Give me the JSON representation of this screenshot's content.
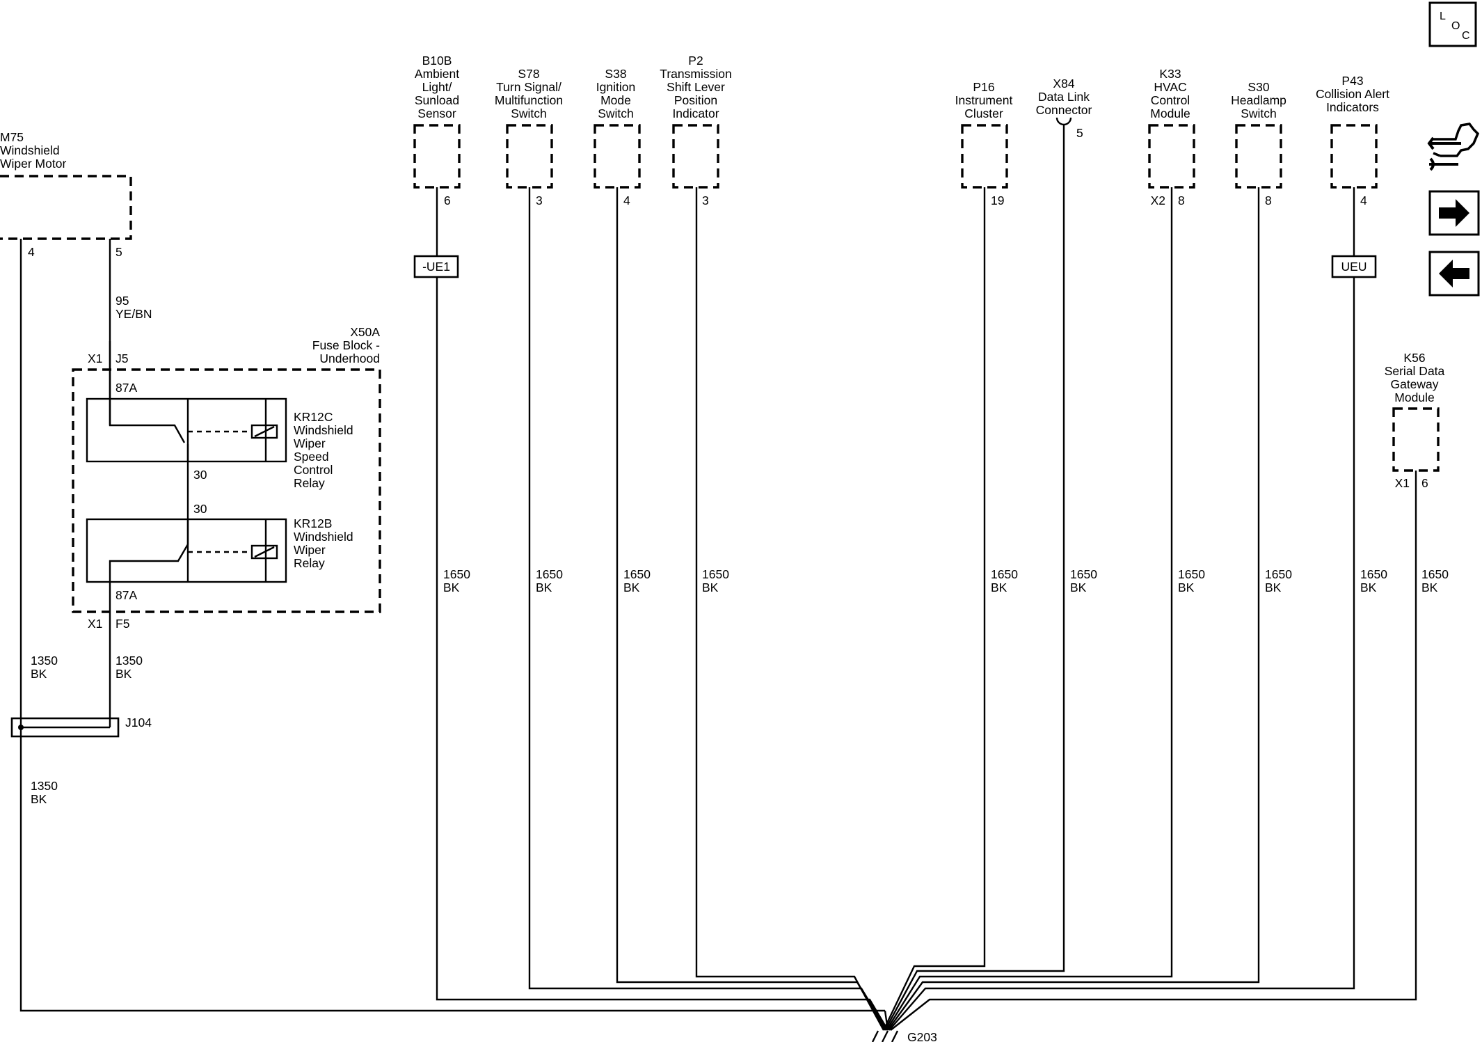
{
  "components": {
    "m75": {
      "id": "M75",
      "name": [
        "Windshield",
        "Wiper Motor"
      ],
      "pins": [
        "4",
        "5"
      ]
    },
    "b10b": {
      "id": "B10B",
      "name": [
        "Ambient",
        "Light/",
        "Sunload",
        "Sensor"
      ],
      "pin": "6"
    },
    "s78": {
      "id": "S78",
      "name": [
        "Turn Signal/",
        "Multifunction",
        "Switch"
      ],
      "pin": "3"
    },
    "s38": {
      "id": "S38",
      "name": [
        "Ignition",
        "Mode",
        "Switch"
      ],
      "pin": "4"
    },
    "p2": {
      "id": "P2",
      "name": [
        "Transmission",
        "Shift Lever",
        "Position",
        "Indicator"
      ],
      "pin": "3"
    },
    "p16": {
      "id": "P16",
      "name": [
        "Instrument",
        "Cluster"
      ],
      "pin": "19"
    },
    "x84": {
      "id": "X84",
      "name": [
        "Data Link",
        "Connector"
      ],
      "pin": "5"
    },
    "k33": {
      "id": "K33",
      "name": [
        "HVAC",
        "Control",
        "Module"
      ],
      "connector": "X2",
      "pin": "8"
    },
    "s30": {
      "id": "S30",
      "name": [
        "Headlamp",
        "Switch"
      ],
      "pin": "8"
    },
    "p43": {
      "id": "P43",
      "name": [
        "Collision Alert",
        "Indicators"
      ],
      "pin": "4"
    },
    "k56": {
      "id": "K56",
      "name": [
        "Serial Data",
        "Gateway",
        "Module"
      ],
      "connector": "X1",
      "pin": "6"
    },
    "x50a": {
      "id": "X50A",
      "name": [
        "Fuse Block -",
        "Underhood"
      ]
    },
    "kr12c": {
      "id": "KR12C",
      "name": [
        "Windshield",
        "Wiper",
        "Speed",
        "Control",
        "Relay"
      ]
    },
    "kr12b": {
      "id": "KR12B",
      "name": [
        "Windshield",
        "Wiper",
        "Relay"
      ]
    }
  },
  "terminals": {
    "top_conn": "X1",
    "top_pin": "J5",
    "bot_conn": "X1",
    "bot_pin": "F5",
    "kr12c_87": "87A",
    "kr12c_30": "30",
    "kr12b_30": "30",
    "kr12b_87": "87A"
  },
  "circuits": {
    "c95": {
      "number": "95",
      "color": "YE/BN"
    },
    "c1350_a": {
      "number": "1350",
      "color": "BK"
    },
    "c1350_b": {
      "number": "1350",
      "color": "BK"
    },
    "c1350_c": {
      "number": "1350",
      "color": "BK"
    },
    "c1650_b10b": {
      "number": "1650",
      "color": "BK"
    },
    "c1650_s78": {
      "number": "1650",
      "color": "BK"
    },
    "c1650_s38": {
      "number": "1650",
      "color": "BK"
    },
    "c1650_p2": {
      "number": "1650",
      "color": "BK"
    },
    "c1650_p16": {
      "number": "1650",
      "color": "BK"
    },
    "c1650_x84": {
      "number": "1650",
      "color": "BK"
    },
    "c1650_k33": {
      "number": "1650",
      "color": "BK"
    },
    "c1650_s30": {
      "number": "1650",
      "color": "BK"
    },
    "c1650_p43": {
      "number": "1650",
      "color": "BK"
    },
    "c1650_k56": {
      "number": "1650",
      "color": "BK"
    }
  },
  "options": {
    "b10b": "-UE1",
    "p43": "UEU"
  },
  "splice": "J104",
  "ground": "G203",
  "nav": {
    "loc": [
      "L",
      "O",
      "C"
    ]
  }
}
